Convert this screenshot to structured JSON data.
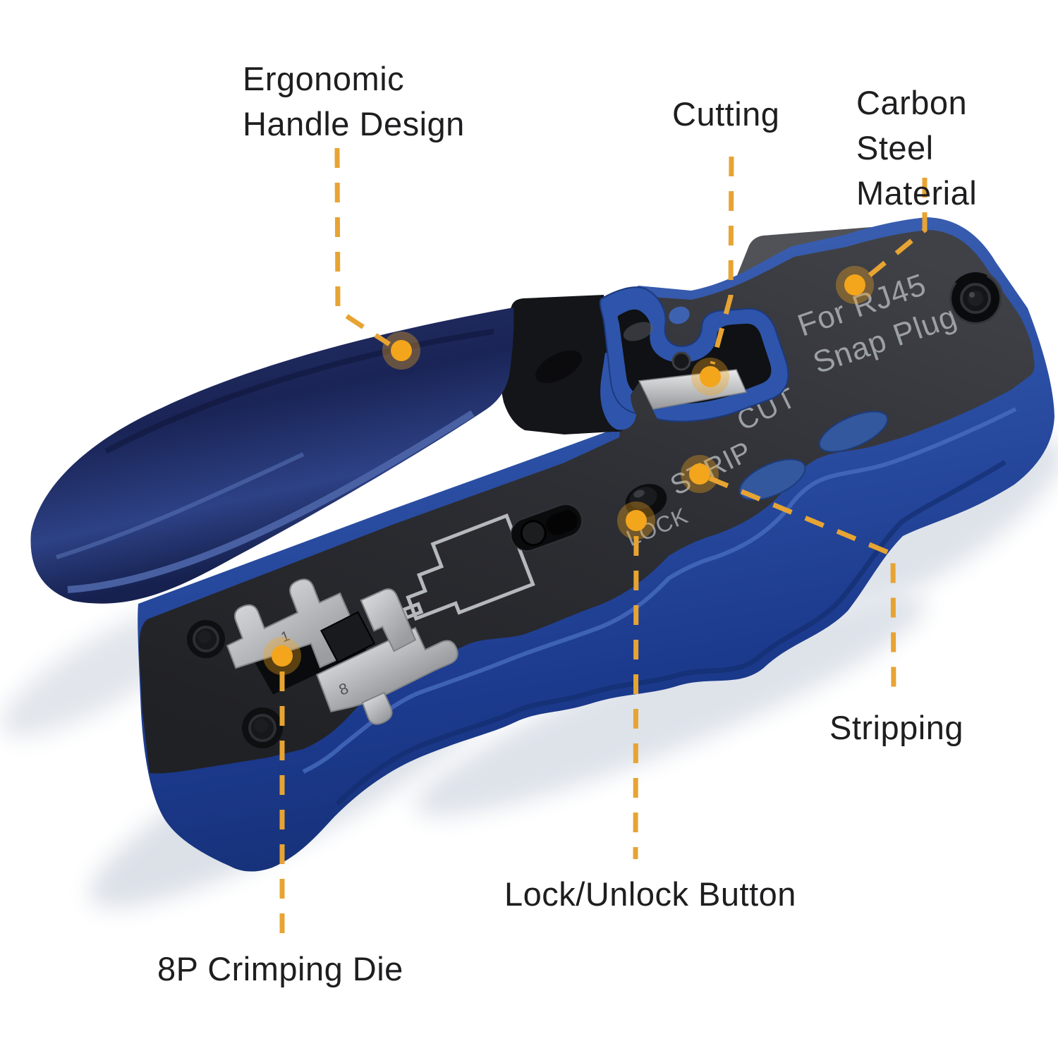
{
  "annotations": {
    "handle": {
      "lines": [
        "Ergonomic",
        "Handle Design"
      ]
    },
    "cutting": {
      "label": "Cutting"
    },
    "carbon": {
      "lines": [
        "Carbon",
        "Steel Material"
      ]
    },
    "stripping": {
      "label": "Stripping"
    },
    "lock": {
      "label": "Lock/Unlock Button"
    },
    "die": {
      "label": "8P Crimping Die"
    }
  },
  "tool_markings": {
    "brand_line1": "For RJ45",
    "brand_line2": "Snap Plug",
    "cut": "CUT",
    "strip": "STRIP",
    "lock": "LOCK",
    "die_mark_top": "1",
    "die_mark_bottom": "8"
  },
  "colors": {
    "accent_amber": "#EBA42F",
    "marker_dot": "#F3A51C",
    "body_blue": "#2B4FA4",
    "handle_navy": "#1D2960",
    "plate_black": "#2B2C30",
    "metal_gray": "#C9CBCD",
    "engraving_gray": "#9BA0A5",
    "label_text": "#1E1E20",
    "background": "#FFFFFF"
  }
}
